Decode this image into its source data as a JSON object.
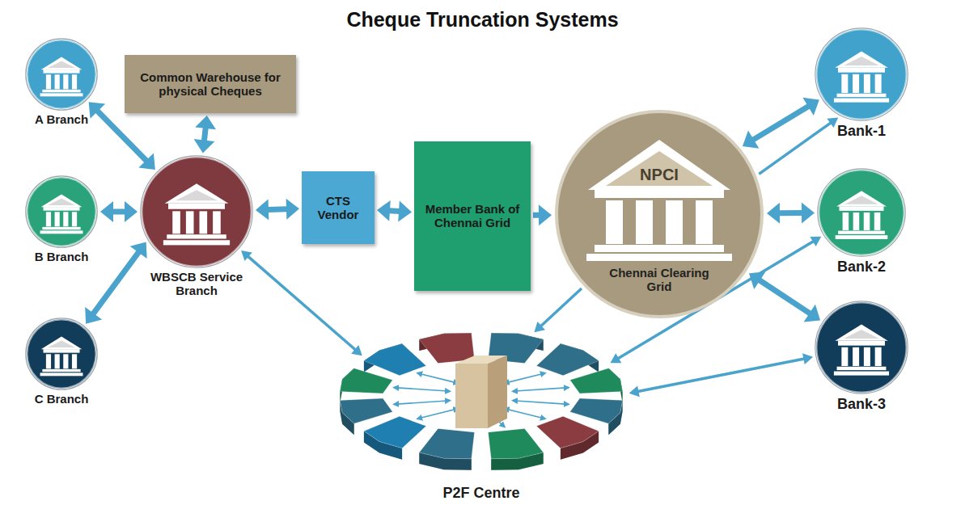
{
  "diagram": {
    "title": "Cheque Truncation Systems",
    "nodes": [
      {
        "text": [
          "A Branch"
        ]
      },
      {
        "text": [
          "Common Warehouse for physical Cheques"
        ]
      },
      {
        "text": [
          "B Branch"
        ]
      },
      {
        "text": [
          "WBSCB Service Branch"
        ]
      },
      {
        "text": [
          "CTS Vendor"
        ]
      },
      {
        "text": [
          "Member Bank of Chennai Grid"
        ]
      },
      {
        "text": [
          "NPCI",
          "Chennai Clearing Grid"
        ]
      },
      {
        "text": [
          "Bank-1"
        ]
      },
      {
        "text": [
          "Bank-2"
        ]
      },
      {
        "text": [
          "C Branch"
        ]
      },
      {
        "text": [
          "Bank-3"
        ]
      },
      {
        "text": [
          "P2F Centre"
        ]
      }
    ],
    "edges": [
      {
        "from": 0,
        "to": 3,
        "arrow": "both"
      },
      {
        "from": 1,
        "to": 3,
        "arrow": "both"
      },
      {
        "from": 2,
        "to": 3,
        "arrow": "both"
      },
      {
        "from": 9,
        "to": 3,
        "arrow": "both"
      },
      {
        "from": 3,
        "to": 4,
        "arrow": "both"
      },
      {
        "from": 4,
        "to": 5,
        "arrow": "both"
      },
      {
        "from": 5,
        "to": 6,
        "arrow": "to"
      },
      {
        "from": 6,
        "to": 7,
        "arrow": "both"
      },
      {
        "from": 6,
        "to": 7,
        "arrow": "to"
      },
      {
        "from": 6,
        "to": 8,
        "arrow": "both"
      },
      {
        "from": 6,
        "to": 10,
        "arrow": "both"
      },
      {
        "from": 6,
        "to": 11,
        "arrow": "to"
      },
      {
        "from": 3,
        "to": 11,
        "arrow": "both"
      },
      {
        "from": 11,
        "to": 8,
        "arrow": "both"
      },
      {
        "from": 11,
        "to": 10,
        "arrow": "both"
      }
    ]
  }
}
